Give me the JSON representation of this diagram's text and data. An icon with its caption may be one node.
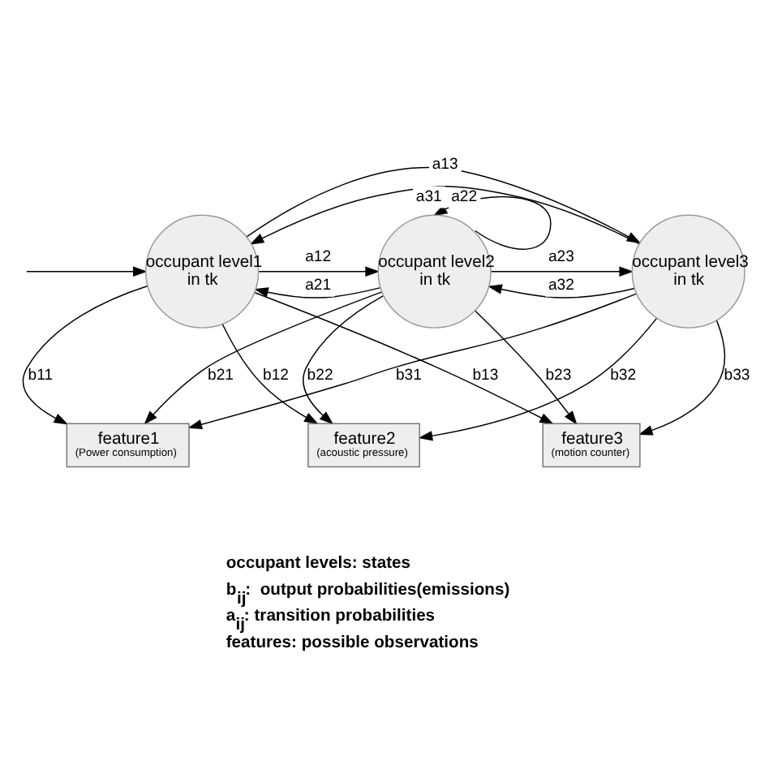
{
  "diagram": {
    "nodes": [
      {
        "text": [
          "occupant level1",
          "in tk"
        ]
      },
      {
        "text": [
          "occupant level2",
          "in tk"
        ]
      },
      {
        "text": [
          "occupant level3",
          "in tk"
        ]
      },
      {
        "text": [
          "feature1",
          "(Power consumption)"
        ]
      },
      {
        "text": [
          "feature2",
          "(acoustic pressure)"
        ]
      },
      {
        "text": [
          "feature3",
          "(motion counter)"
        ]
      }
    ],
    "edges": [
      {
        "from": 0,
        "to": 2,
        "arrow": "to",
        "label": "a13"
      },
      {
        "from": 2,
        "to": 0,
        "arrow": "to",
        "label": "a31"
      },
      {
        "from": 0,
        "to": 1,
        "arrow": "to",
        "label": "a12"
      },
      {
        "from": 1,
        "to": 0,
        "arrow": "to",
        "label": "a21"
      },
      {
        "from": 1,
        "to": 1,
        "arrow": "to",
        "label": "a22"
      },
      {
        "from": 1,
        "to": 2,
        "arrow": "to",
        "label": "a23"
      },
      {
        "from": 2,
        "to": 1,
        "arrow": "to",
        "label": "a32"
      },
      {
        "from": null,
        "to": 0,
        "arrow": "to"
      },
      {
        "from": 0,
        "to": 3,
        "arrow": "to",
        "label": "b11"
      },
      {
        "from": 0,
        "to": 4,
        "arrow": "to",
        "label": "b12"
      },
      {
        "from": 0,
        "to": 5,
        "arrow": "to",
        "label": "b13"
      },
      {
        "from": 1,
        "to": 3,
        "arrow": "to",
        "label": "b21"
      },
      {
        "from": 1,
        "to": 4,
        "arrow": "to",
        "label": "b22"
      },
      {
        "from": 1,
        "to": 5,
        "arrow": "to",
        "label": "b23"
      },
      {
        "from": 2,
        "to": 3,
        "arrow": "to",
        "label": "b31"
      },
      {
        "from": 2,
        "to": 4,
        "arrow": "to",
        "label": "b32"
      },
      {
        "from": 2,
        "to": 5,
        "arrow": "to",
        "label": "b33"
      }
    ],
    "labels": [
      "occupant levels: states",
      "b$_{ij}$:  output probabilities(emissions)",
      "a$_{ij}$: transition probabilities",
      "features: possible observations"
    ]
  }
}
